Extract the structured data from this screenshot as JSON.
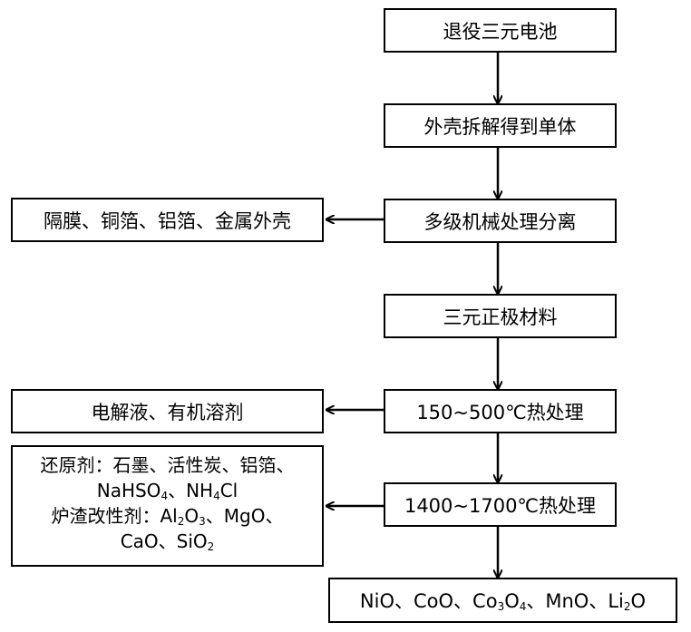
{
  "main_flow": [
    {
      "id": "n1",
      "label": "退役三元电池"
    },
    {
      "id": "n2",
      "label": "外壳拆解得到单体"
    },
    {
      "id": "n3",
      "label": "多级机械处理分离"
    },
    {
      "id": "n4",
      "label": "三元正极材料"
    },
    {
      "id": "n5",
      "label": "150~500℃热处理"
    },
    {
      "id": "n6",
      "label": "1400~1700℃热处理"
    }
  ],
  "side_outputs": {
    "from_n3": "隔膜、铜箔、铝箔、金属外壳",
    "from_n5": "电解液、有机溶剂"
  },
  "additives": {
    "reducing_label": "还原剂：",
    "reducing_list": "石墨、活性炭、铝箔、",
    "reducing_chem_a": "NaHSO",
    "reducing_chem_a_sub": "4",
    "sep": "、",
    "reducing_chem_b": "NH",
    "reducing_chem_b_sub": "4",
    "reducing_chem_b_end": "Cl",
    "slag_label": "炉渣改性剂：",
    "slag_al": "Al",
    "slag_al_sub": "2",
    "slag_o": "O",
    "slag_o_sub": "3",
    "slag_mgo": "MgO",
    "cao": "CaO",
    "sio": "SiO",
    "sio_sub": "2"
  },
  "final_products": {
    "nio": "NiO",
    "coo": "CoO",
    "co3o4_co": "Co",
    "co3o4_sub1": "3",
    "co3o4_o": "O",
    "co3o4_sub2": "4",
    "mno": "MnO",
    "li2o_li": "Li",
    "li2o_sub": "2",
    "li2o_o": "O",
    "sep": "、"
  }
}
